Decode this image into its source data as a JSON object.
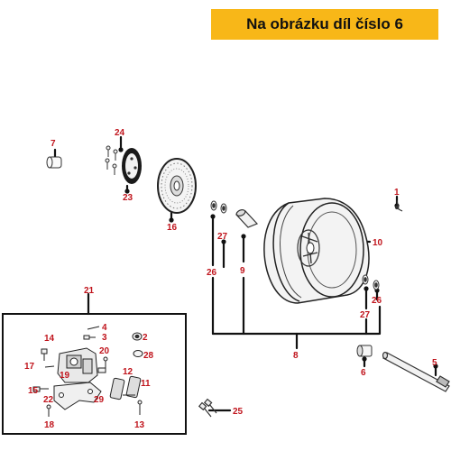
{
  "banner": {
    "text": "Na obrázku díl číslo 6"
  },
  "colors": {
    "banner": "#f8b718",
    "callout": "#c0141c",
    "line": "#111111",
    "part_stroke": "#333333"
  },
  "callouts": [
    {
      "id": "c1",
      "text": "1"
    },
    {
      "id": "c2",
      "text": "2"
    },
    {
      "id": "c3",
      "text": "3"
    },
    {
      "id": "c4",
      "text": "4"
    },
    {
      "id": "c5",
      "text": "5"
    },
    {
      "id": "c6",
      "text": "6"
    },
    {
      "id": "c7",
      "text": "7"
    },
    {
      "id": "c8",
      "text": "8"
    },
    {
      "id": "c9",
      "text": "9"
    },
    {
      "id": "c10",
      "text": "10"
    },
    {
      "id": "c11",
      "text": "11"
    },
    {
      "id": "c12",
      "text": "12"
    },
    {
      "id": "c13",
      "text": "13"
    },
    {
      "id": "c14",
      "text": "14"
    },
    {
      "id": "c15",
      "text": "15"
    },
    {
      "id": "c16",
      "text": "16"
    },
    {
      "id": "c17",
      "text": "17"
    },
    {
      "id": "c18",
      "text": "18"
    },
    {
      "id": "c19",
      "text": "19"
    },
    {
      "id": "c20",
      "text": "20"
    },
    {
      "id": "c21",
      "text": "21"
    },
    {
      "id": "c22",
      "text": "22"
    },
    {
      "id": "c23",
      "text": "23"
    },
    {
      "id": "c24",
      "text": "24"
    },
    {
      "id": "c25",
      "text": "25"
    },
    {
      "id": "c26a",
      "text": "26"
    },
    {
      "id": "c26b",
      "text": "26"
    },
    {
      "id": "c27a",
      "text": "27"
    },
    {
      "id": "c27b",
      "text": "27"
    },
    {
      "id": "c28",
      "text": "28"
    },
    {
      "id": "c29",
      "text": "29"
    }
  ]
}
